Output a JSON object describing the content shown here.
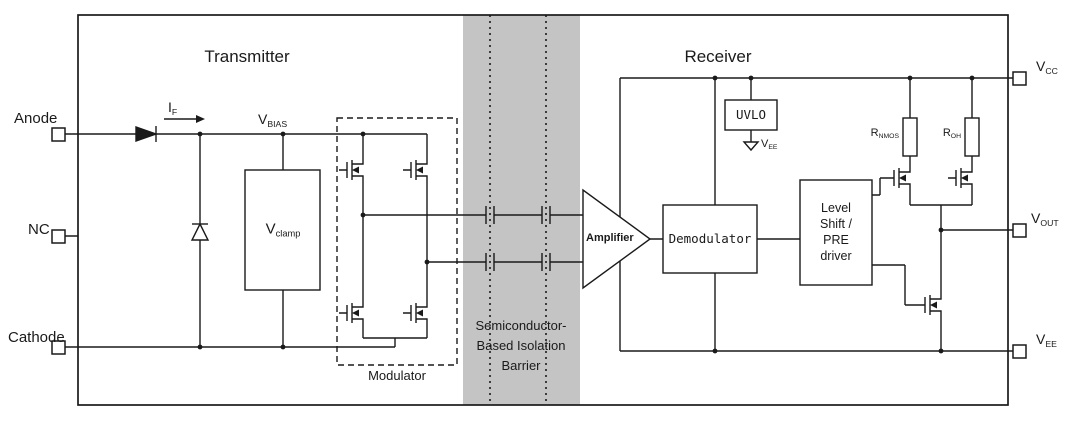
{
  "diagram": {
    "transmitter_title": "Transmitter",
    "receiver_title": "Receiver"
  },
  "pins": {
    "anode": "Anode",
    "nc": "NC",
    "cathode": "Cathode",
    "vcc": {
      "main": "V",
      "sub": "CC"
    },
    "vout": {
      "main": "V",
      "sub": "OUT"
    },
    "vee": {
      "main": "V",
      "sub": "EE"
    }
  },
  "transmitter": {
    "forward_current": {
      "main": "I",
      "sub": "F"
    },
    "vbias": {
      "main": "V",
      "sub": "BIAS"
    },
    "vclamp": {
      "main": "V",
      "sub": "clamp"
    },
    "modulator": "Modulator"
  },
  "isolation_barrier": {
    "line1": "Semiconductor-",
    "line2": "Based Isolation",
    "line3": "Barrier"
  },
  "receiver": {
    "amplifier": "Amplifier",
    "demodulator": "Demodulator",
    "uvlo": "UVLO",
    "uvlo_ground": {
      "main": "V",
      "sub": "EE"
    },
    "level_shift": {
      "line1": "Level",
      "line2": "Shift /",
      "line3": "PRE",
      "line4": "driver"
    },
    "rnmos": {
      "main": "R",
      "sub": "NMOS"
    },
    "roh": {
      "main": "R",
      "sub": "OH"
    }
  },
  "colors": {
    "stroke": "#1a1a1a",
    "isolation_band": "#c4c4c4"
  }
}
